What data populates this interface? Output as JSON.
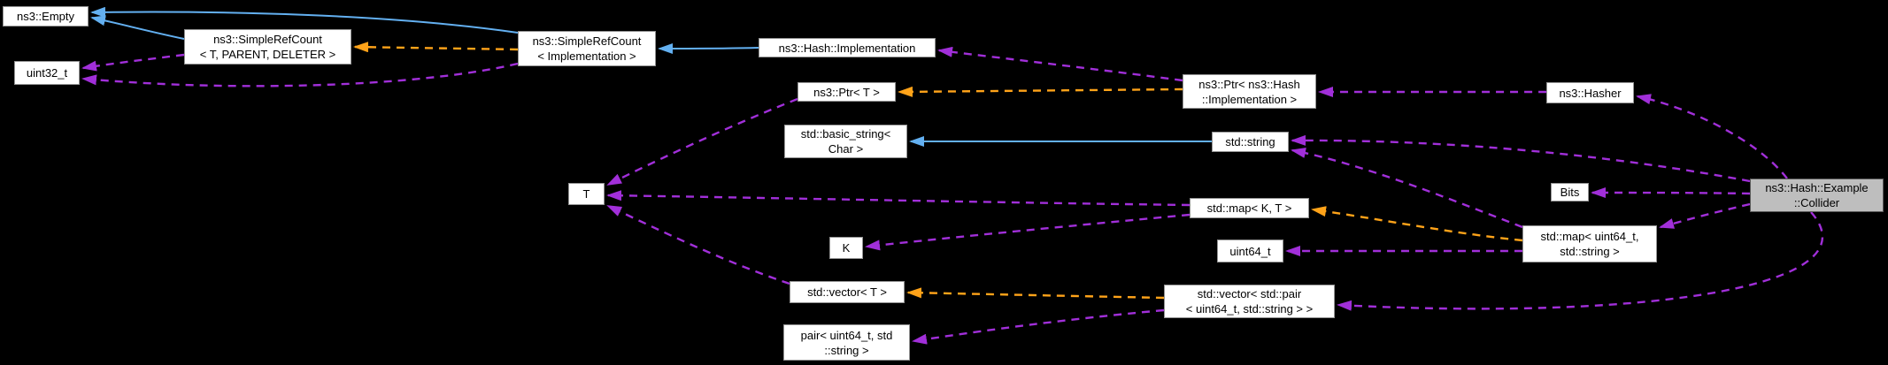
{
  "diagram": {
    "kind": "doxygen-collaboration-graph",
    "focus_class": "ns3::Hash::Example::Collider",
    "colors": {
      "background": "#000000",
      "inheritance_edge": "#63B0F1",
      "usage_edge": "#A12FD9",
      "template_edge": "#FFA319",
      "node_background": "#FFFFFF",
      "node_border": "#949494",
      "node_text": "#000000",
      "focus_node_background": "#BEBEBE",
      "focus_node_border": "#5A5A5A"
    },
    "nodes": [
      {
        "id": "ns3-empty",
        "label": "ns3::Empty"
      },
      {
        "id": "uint32-t",
        "label": "uint32_t"
      },
      {
        "id": "simple-ref-count-t",
        "label": "ns3::SimpleRefCount\n< T, PARENT, DELETER >"
      },
      {
        "id": "simple-ref-count-impl",
        "label": "ns3::SimpleRefCount\n< Implementation >"
      },
      {
        "id": "hash-implementation",
        "label": "ns3::Hash::Implementation"
      },
      {
        "id": "ptr-t",
        "label": "ns3::Ptr< T >"
      },
      {
        "id": "basic-string",
        "label": "std::basic_string<\nChar >"
      },
      {
        "id": "t",
        "label": "T"
      },
      {
        "id": "k",
        "label": "K"
      },
      {
        "id": "vector-t",
        "label": "std::vector< T >"
      },
      {
        "id": "pair-uint64-string",
        "label": "pair< uint64_t, std\n::string >"
      },
      {
        "id": "ptr-hash-implementation",
        "label": "ns3::Ptr< ns3::Hash\n::Implementation >"
      },
      {
        "id": "std-string",
        "label": "std::string"
      },
      {
        "id": "map-k-t",
        "label": "std::map< K, T >"
      },
      {
        "id": "uint64-t",
        "label": "uint64_t"
      },
      {
        "id": "vector-pair",
        "label": "std::vector< std::pair\n< uint64_t, std::string > >"
      },
      {
        "id": "hasher",
        "label": "ns3::Hasher"
      },
      {
        "id": "bits",
        "label": "Bits"
      },
      {
        "id": "map-uint64-string",
        "label": "std::map< uint64_t,\nstd::string >"
      },
      {
        "id": "collider",
        "label": "ns3::Hash::Example\n::Collider",
        "focus": true
      }
    ],
    "edges": [
      {
        "from": "simple-ref-count-t",
        "to": "ns3-empty",
        "kind": "inheritance"
      },
      {
        "from": "simple-ref-count-impl",
        "to": "ns3-empty",
        "kind": "inheritance"
      },
      {
        "from": "hash-implementation",
        "to": "simple-ref-count-impl",
        "kind": "inheritance"
      },
      {
        "from": "std-string",
        "to": "basic-string",
        "kind": "inheritance"
      },
      {
        "from": "simple-ref-count-impl",
        "to": "simple-ref-count-t",
        "kind": "template"
      },
      {
        "from": "ptr-hash-implementation",
        "to": "ptr-t",
        "kind": "template"
      },
      {
        "from": "map-uint64-string",
        "to": "map-k-t",
        "kind": "template"
      },
      {
        "from": "vector-pair",
        "to": "vector-t",
        "kind": "template"
      },
      {
        "from": "simple-ref-count-t",
        "to": "uint32-t",
        "kind": "usage"
      },
      {
        "from": "simple-ref-count-impl",
        "to": "uint32-t",
        "kind": "usage"
      },
      {
        "from": "ptr-hash-implementation",
        "to": "hash-implementation",
        "kind": "usage"
      },
      {
        "from": "hasher",
        "to": "ptr-hash-implementation",
        "kind": "usage"
      },
      {
        "from": "ptr-t",
        "to": "t",
        "kind": "usage"
      },
      {
        "from": "map-k-t",
        "to": "t",
        "kind": "usage"
      },
      {
        "from": "vector-t",
        "to": "t",
        "kind": "usage"
      },
      {
        "from": "map-k-t",
        "to": "k",
        "kind": "usage"
      },
      {
        "from": "collider",
        "to": "hasher",
        "kind": "usage"
      },
      {
        "from": "collider",
        "to": "std-string",
        "kind": "usage"
      },
      {
        "from": "map-uint64-string",
        "to": "std-string",
        "kind": "usage"
      },
      {
        "from": "collider",
        "to": "bits",
        "kind": "usage"
      },
      {
        "from": "collider",
        "to": "map-uint64-string",
        "kind": "usage"
      },
      {
        "from": "map-uint64-string",
        "to": "uint64-t",
        "kind": "usage"
      },
      {
        "from": "collider",
        "to": "vector-pair",
        "kind": "usage"
      },
      {
        "from": "vector-pair",
        "to": "pair-uint64-string",
        "kind": "usage"
      }
    ]
  }
}
